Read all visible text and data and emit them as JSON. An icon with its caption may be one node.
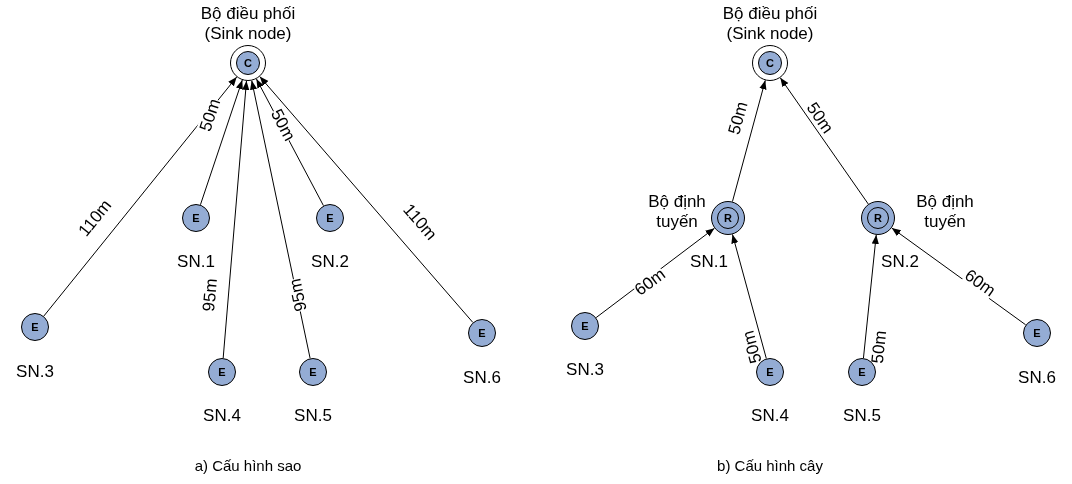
{
  "diagram": {
    "nodes": [
      {
        "text": [
          "C"
        ],
        "beside": [
          "Bộ điều phối (Sink node)"
        ]
      },
      {
        "text": [
          "E"
        ],
        "beside": [
          "SN.1"
        ]
      },
      {
        "text": [
          "E"
        ],
        "beside": [
          "SN.2"
        ]
      },
      {
        "text": [
          "E"
        ],
        "beside": [
          "SN.3"
        ]
      },
      {
        "text": [
          "E"
        ],
        "beside": [
          "SN.4"
        ]
      },
      {
        "text": [
          "E"
        ],
        "beside": [
          "SN.5"
        ]
      },
      {
        "text": [
          "E"
        ],
        "beside": [
          "SN.6"
        ]
      },
      {
        "text": [
          "C"
        ],
        "beside": [
          "Bộ điều phối (Sink node)"
        ]
      },
      {
        "text": [
          "R"
        ],
        "beside": [
          "Bộ định tuyến",
          "SN.1"
        ]
      },
      {
        "text": [
          "R"
        ],
        "beside": [
          "Bộ định tuyến",
          "SN.2"
        ]
      },
      {
        "text": [
          "E"
        ],
        "beside": [
          "SN.3"
        ]
      },
      {
        "text": [
          "E"
        ],
        "beside": [
          "SN.4"
        ]
      },
      {
        "text": [
          "E"
        ],
        "beside": [
          "SN.5"
        ]
      },
      {
        "text": [
          "E"
        ],
        "beside": [
          "SN.6"
        ]
      }
    ],
    "edges": [
      {
        "from": 3,
        "to": 0,
        "arrow": "to",
        "label": "110m"
      },
      {
        "from": 1,
        "to": 0,
        "arrow": "to",
        "label": "50m"
      },
      {
        "from": 4,
        "to": 0,
        "arrow": "to",
        "label": "95m"
      },
      {
        "from": 5,
        "to": 0,
        "arrow": "to",
        "label": "95m"
      },
      {
        "from": 2,
        "to": 0,
        "arrow": "to",
        "label": "50m"
      },
      {
        "from": 6,
        "to": 0,
        "arrow": "to",
        "label": "110m"
      },
      {
        "from": 8,
        "to": 7,
        "arrow": "to",
        "label": "50m"
      },
      {
        "from": 9,
        "to": 7,
        "arrow": "to",
        "label": "50m"
      },
      {
        "from": 10,
        "to": 8,
        "arrow": "to",
        "label": "60m"
      },
      {
        "from": 11,
        "to": 8,
        "arrow": "to",
        "label": "50m"
      },
      {
        "from": 12,
        "to": 9,
        "arrow": "to",
        "label": "50m"
      },
      {
        "from": 13,
        "to": 9,
        "arrow": "to",
        "label": "60m"
      }
    ],
    "labels": [
      "a) Cấu hình sao",
      "b) Cấu hình cây"
    ]
  }
}
